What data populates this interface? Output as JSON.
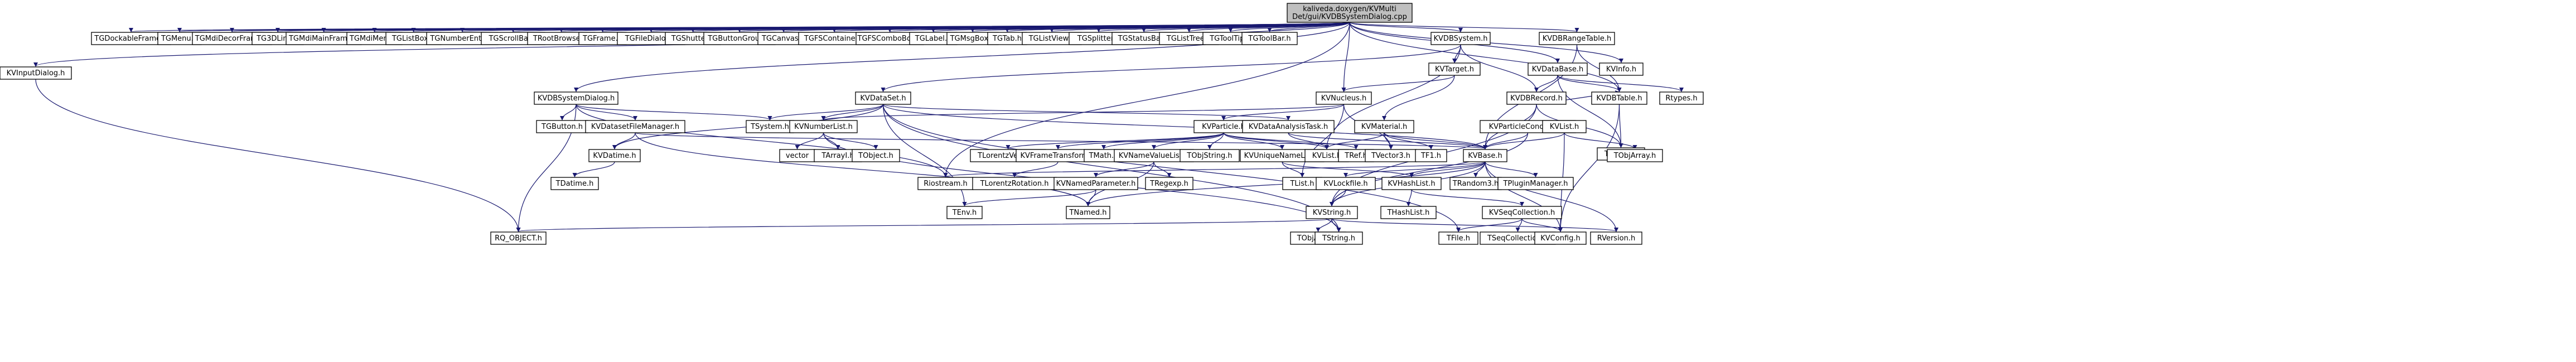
{
  "root": {
    "id": "root",
    "lines": [
      "kaliveda.doxygen/KVMulti",
      "Det/gui/KVDBSystemDialog.cpp"
    ]
  },
  "nodes": [
    {
      "id": "tgdock",
      "label": "TGDockableFrame.h"
    },
    {
      "id": "tgmenu",
      "label": "TGMenu.h"
    },
    {
      "id": "tgmdidec",
      "label": "TGMdiDecorFrame.h"
    },
    {
      "id": "tg3dline",
      "label": "TG3DLine.h"
    },
    {
      "id": "tgmdimain",
      "label": "TGMdiMainFrame.h"
    },
    {
      "id": "tgmdimenu",
      "label": "TGMdiMenu.h"
    },
    {
      "id": "tglistbox",
      "label": "TGListBox.h"
    },
    {
      "id": "tgnumentry",
      "label": "TGNumberEntry.h"
    },
    {
      "id": "tgscroll",
      "label": "TGScrollBar.h"
    },
    {
      "id": "trootbrowser",
      "label": "TRootBrowser.h"
    },
    {
      "id": "tgframe",
      "label": "TGFrame.h"
    },
    {
      "id": "tgfiledialog",
      "label": "TGFileDialog.h"
    },
    {
      "id": "tgshutter",
      "label": "TGShutter.h"
    },
    {
      "id": "tgbuttongroup",
      "label": "TGButtonGroup.h"
    },
    {
      "id": "tgcanvas",
      "label": "TGCanvas.h"
    },
    {
      "id": "tgfscontainer",
      "label": "TGFSContainer.h"
    },
    {
      "id": "tgfscombo",
      "label": "TGFSComboBox.h"
    },
    {
      "id": "tglabel",
      "label": "TGLabel.h"
    },
    {
      "id": "tgmsgbox",
      "label": "TGMsgBox.h"
    },
    {
      "id": "tgtab",
      "label": "TGTab.h"
    },
    {
      "id": "tglistview",
      "label": "TGListView.h"
    },
    {
      "id": "tgsplitter",
      "label": "TGSplitter.h"
    },
    {
      "id": "tgstatusbar",
      "label": "TGStatusBar.h"
    },
    {
      "id": "tglisttree",
      "label": "TGListTree.h"
    },
    {
      "id": "tgtooltip",
      "label": "TGToolTip.h"
    },
    {
      "id": "tgtoolbar",
      "label": "TGToolBar.h"
    },
    {
      "id": "kvinputdialog",
      "label": "KVInputDialog.h"
    },
    {
      "id": "kvdbsystem",
      "label": "KVDBSystem.h"
    },
    {
      "id": "kvdbrangetable",
      "label": "KVDBRangeTable.h"
    },
    {
      "id": "kvtarget",
      "label": "KVTarget.h"
    },
    {
      "id": "kvdatabase",
      "label": "KVDataBase.h"
    },
    {
      "id": "kvinfo",
      "label": "KVInfo.h"
    },
    {
      "id": "kvdbsystemdialog",
      "label": "KVDBSystemDialog.h"
    },
    {
      "id": "kvdataset",
      "label": "KVDataSet.h"
    },
    {
      "id": "kvnucleus",
      "label": "KVNucleus.h"
    },
    {
      "id": "kvdbrecord",
      "label": "KVDBRecord.h"
    },
    {
      "id": "kvdbtable",
      "label": "KVDBTable.h"
    },
    {
      "id": "rtypes",
      "label": "Rtypes.h"
    },
    {
      "id": "tgbutton",
      "label": "TGButton.h"
    },
    {
      "id": "kvdatasetfilemanager",
      "label": "KVDatasetFileManager.h"
    },
    {
      "id": "tsystem",
      "label": "TSystem.h"
    },
    {
      "id": "kvnumberlist",
      "label": "KVNumberList.h"
    },
    {
      "id": "kvparticle",
      "label": "KVParticle.h"
    },
    {
      "id": "kvdataanalysistask",
      "label": "KVDataAnalysisTask.h"
    },
    {
      "id": "kvmaterial",
      "label": "KVMaterial.h"
    },
    {
      "id": "kvparticlecondition",
      "label": "KVParticleCondition.h"
    },
    {
      "id": "kvlist",
      "label": "KVList.h"
    },
    {
      "id": "tfolder",
      "label": "TFolder.h"
    },
    {
      "id": "kvdatime",
      "label": "KVDatime.h"
    },
    {
      "id": "vector",
      "label": "vector"
    },
    {
      "id": "tarrayi",
      "label": "TArrayI.h"
    },
    {
      "id": "tobject",
      "label": "TObject.h"
    },
    {
      "id": "tlorentzvector",
      "label": "TLorentzVector.h"
    },
    {
      "id": "kvframetransform",
      "label": "KVFrameTransform.h"
    },
    {
      "id": "tmath",
      "label": "TMath.h"
    },
    {
      "id": "kvnamevaluelist",
      "label": "KVNameValueList.h"
    },
    {
      "id": "tobjstring",
      "label": "TObjString.h"
    },
    {
      "id": "kvuniquenamelist",
      "label": "KVUniqueNameList.h"
    },
    {
      "id": "kvlist2",
      "label": "KVList.h"
    },
    {
      "id": "tref",
      "label": "TRef.h"
    },
    {
      "id": "tvector3",
      "label": "TVector3.h"
    },
    {
      "id": "tf1",
      "label": "TF1.h"
    },
    {
      "id": "kvbase",
      "label": "KVBase.h"
    },
    {
      "id": "tobjarray",
      "label": "TObjArray.h"
    },
    {
      "id": "tdatime",
      "label": "TDatime.h"
    },
    {
      "id": "riostream",
      "label": "Riostream.h"
    },
    {
      "id": "tlorentzrotation",
      "label": "TLorentzRotation.h"
    },
    {
      "id": "kvnamedparameter",
      "label": "KVNamedParameter.h"
    },
    {
      "id": "tregexp",
      "label": "TRegexp.h"
    },
    {
      "id": "tlist",
      "label": "TList.h"
    },
    {
      "id": "kvlocklist",
      "label": "KVLockfile.h"
    },
    {
      "id": "kvhashlist",
      "label": "KVHashList.h"
    },
    {
      "id": "trandom3",
      "label": "TRandom3.h"
    },
    {
      "id": "tpluginmanager",
      "label": "TPluginManager.h"
    },
    {
      "id": "tenv",
      "label": "TEnv.h"
    },
    {
      "id": "tnamed",
      "label": "TNamed.h"
    },
    {
      "id": "thashlist",
      "label": "THashList.h"
    },
    {
      "id": "kvstring",
      "label": "KVString.h"
    },
    {
      "id": "kvseqcollection",
      "label": "KVSeqCollection.h"
    },
    {
      "id": "rq_object",
      "label": "RQ_OBJECT.h"
    },
    {
      "id": "tobjarray2",
      "label": "TObjArray.h"
    },
    {
      "id": "tstring",
      "label": "TString.h"
    },
    {
      "id": "tfile",
      "label": "TFile.h"
    },
    {
      "id": "tseqcollection",
      "label": "TSeqCollection.h"
    },
    {
      "id": "kvconfig",
      "label": "KVConfig.h"
    },
    {
      "id": "riosversion",
      "label": "RVersion.h"
    }
  ]
}
